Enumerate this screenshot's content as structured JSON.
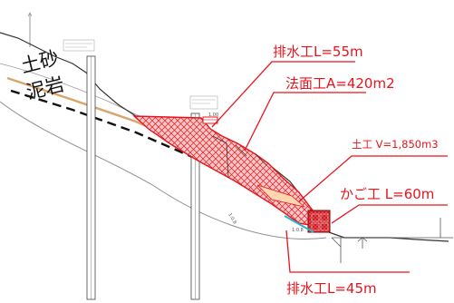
{
  "strata": {
    "upper": "土砂",
    "lower": "泥岩"
  },
  "works": {
    "drainage_upper": "排水工L=55m",
    "slope_face": "法面工A=420m2",
    "earthwork": "土工 V=1,850m3",
    "gabion": "かご工 L=60m",
    "drainage_lower": "排水工L=45m"
  },
  "colors": {
    "callout": "#e8141c",
    "hatch": "#e8141c",
    "boundary": "#d9a56b",
    "ground": "#333333"
  }
}
